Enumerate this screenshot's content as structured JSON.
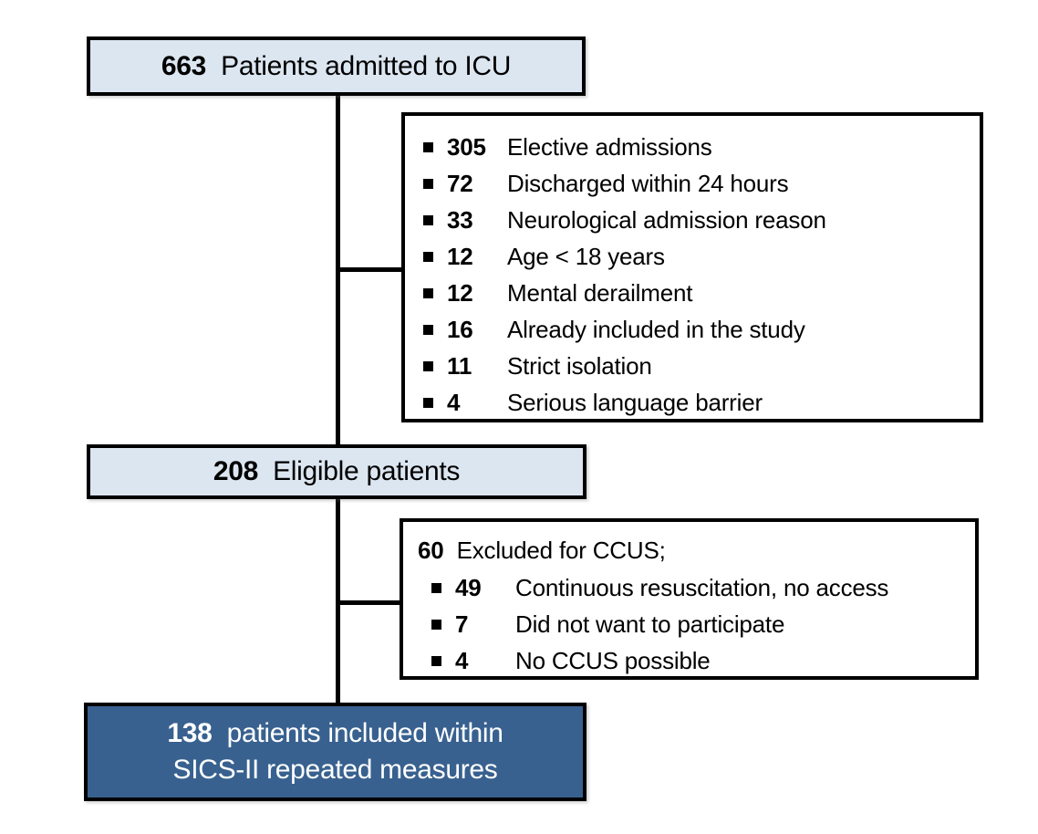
{
  "colors": {
    "node_light_fill": "#dce6f1",
    "node_dark_fill": "#38618f",
    "border": "#000000",
    "text_dark": "#000000",
    "text_light": "#ffffff"
  },
  "flowchart": {
    "admitted": {
      "count": "663",
      "label": "Patients admitted to ICU"
    },
    "exclusion1": {
      "items": [
        {
          "count": "305",
          "label": "Elective admissions"
        },
        {
          "count": "72",
          "label": "Discharged within 24 hours"
        },
        {
          "count": "33",
          "label": "Neurological admission reason"
        },
        {
          "count": "12",
          "label": "Age < 18 years"
        },
        {
          "count": "12",
          "label": "Mental derailment"
        },
        {
          "count": "16",
          "label": "Already included in the study"
        },
        {
          "count": "11",
          "label": "Strict isolation"
        },
        {
          "count": "4",
          "label": "Serious language barrier"
        }
      ]
    },
    "eligible": {
      "count": "208",
      "label": "Eligible patients"
    },
    "exclusion2": {
      "header": {
        "count": "60",
        "label": "Excluded for CCUS;"
      },
      "items": [
        {
          "count": "49",
          "label": "Continuous resuscitation, no access"
        },
        {
          "count": "7",
          "label": "Did not want to participate"
        },
        {
          "count": "4",
          "label": "No CCUS possible"
        }
      ]
    },
    "included": {
      "count": "138",
      "line1_rest": "patients included within",
      "line2": "SICS-II repeated measures"
    }
  }
}
